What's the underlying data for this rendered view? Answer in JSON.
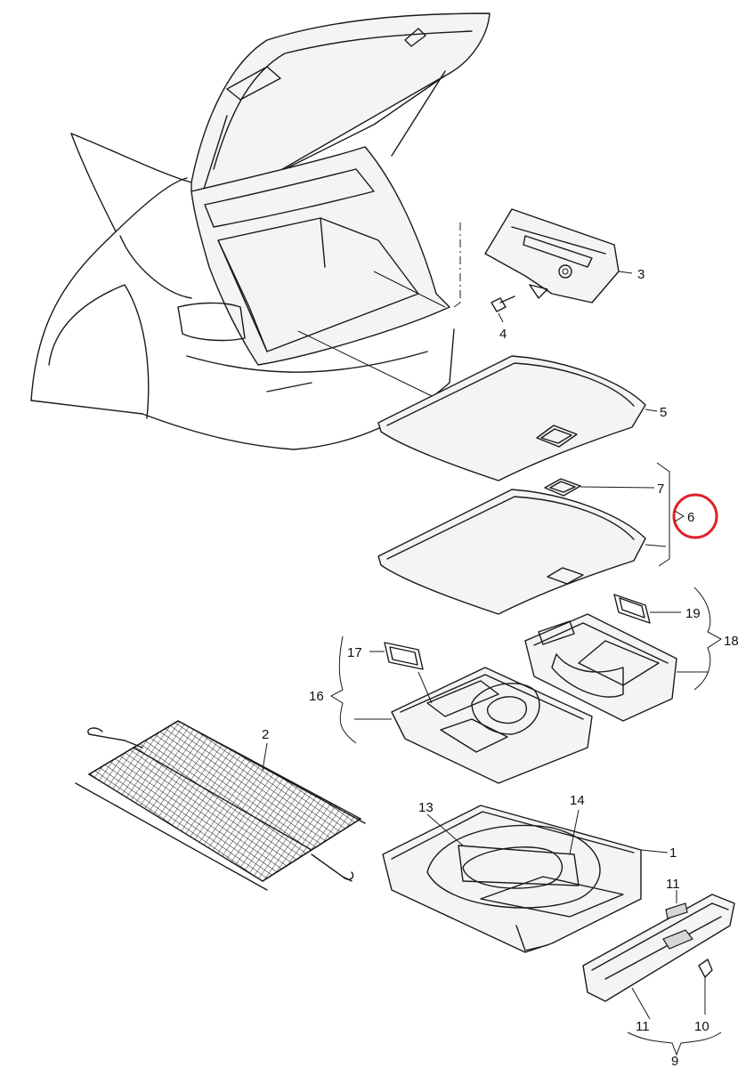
{
  "callouts": {
    "c1": "1",
    "c2": "2",
    "c3": "3",
    "c4": "4",
    "c5": "5",
    "c6": "6",
    "c7": "7",
    "c9": "9",
    "c10": "10",
    "c11a": "11",
    "c11b": "11",
    "c13": "13",
    "c14": "14",
    "c16": "16",
    "c17": "17",
    "c18": "18",
    "c19": "19"
  },
  "highlight": {
    "callout": "6",
    "color": "#e0202a"
  }
}
